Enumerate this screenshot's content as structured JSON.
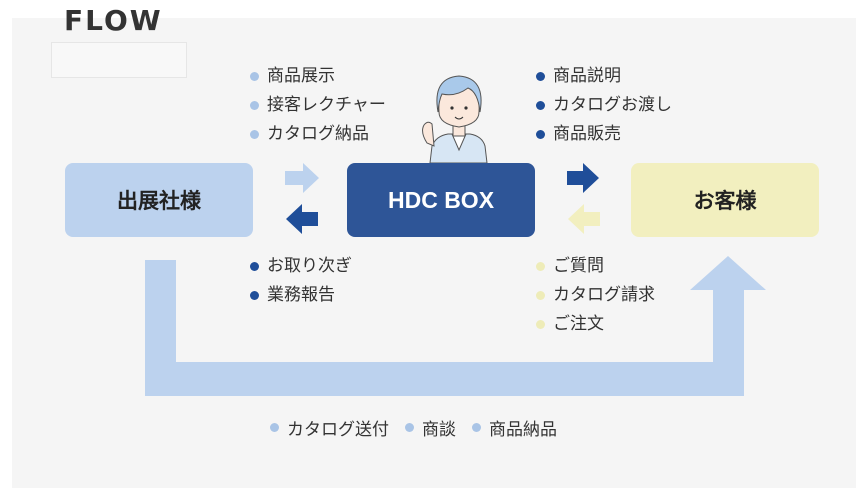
{
  "header": {
    "title": "FLOW"
  },
  "nodes": {
    "exhibitors": "出展社様",
    "hdc_box": "HDC BOX",
    "customers": "お客様"
  },
  "lists": {
    "exhibitor_to_hdc": [
      "商品展示",
      "接客レクチャー",
      "カタログ納品"
    ],
    "hdc_to_exhibitor": [
      "お取り次ぎ",
      "業務報告"
    ],
    "hdc_to_customer": [
      "商品説明",
      "カタログお渡し",
      "商品販売"
    ],
    "customer_to_hdc": [
      "ご質問",
      "カタログ請求",
      "ご注文"
    ],
    "exhibitor_to_customer": [
      "カタログ送付",
      "商談",
      "商品納品"
    ]
  },
  "colors": {
    "light_blue": "#bcd2ee",
    "dark_blue": "#2e5597",
    "light_yellow": "#f2efbf"
  }
}
